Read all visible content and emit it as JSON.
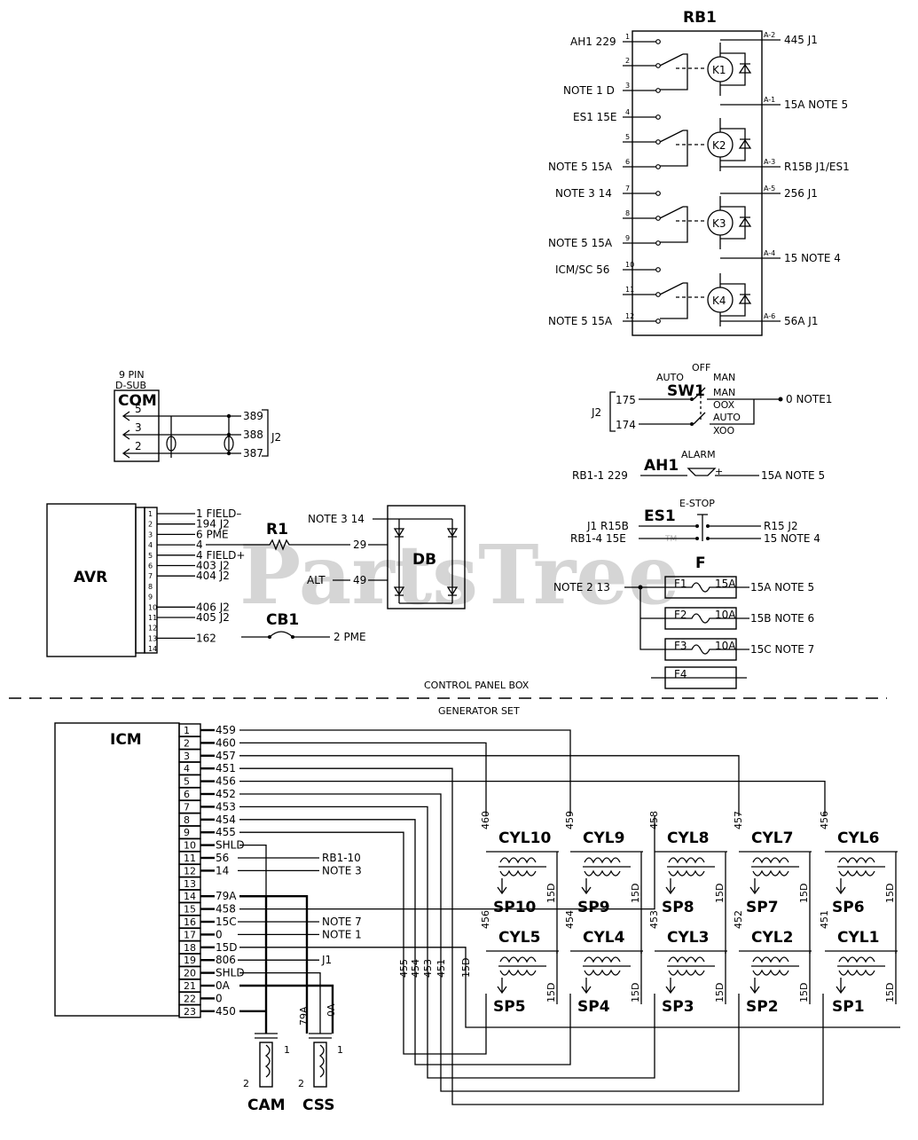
{
  "watermark": "PartsTree",
  "watermark_tm": "TM",
  "rb1": {
    "title": "RB1",
    "left_labels": [
      "AH1 229",
      "NOTE 1 D",
      "ES1 15E",
      "NOTE 5 15A",
      "NOTE 3 14",
      "NOTE 5 15A",
      "ICM/SC 56",
      "NOTE 5 15A"
    ],
    "pins": [
      "1",
      "2",
      "3",
      "4",
      "5",
      "6",
      "7",
      "8",
      "9",
      "10",
      "11",
      "12"
    ],
    "right_pins": [
      "A-2",
      "A-1",
      "A-3",
      "A-5",
      "A-4",
      "A-6"
    ],
    "right_labels": [
      "445 J1",
      "15A NOTE 5",
      "R15B J1/ES1",
      "256 J1",
      "15 NOTE 4",
      "56A J1"
    ],
    "relays": [
      "K1",
      "K2",
      "K3",
      "K4"
    ]
  },
  "com": {
    "title": "COM",
    "header1": "9 PIN",
    "header2": "D-SUB",
    "pins": [
      "5",
      "3",
      "2"
    ],
    "wires": [
      "389",
      "388",
      "387"
    ],
    "connector": "J2"
  },
  "sw1": {
    "title": "SW1",
    "auto": "AUTO",
    "off": "OFF",
    "man": "MAN",
    "man2": "MAN",
    "oox": "OOX",
    "auto2": "AUTO",
    "xoo": "XOO",
    "j2": "J2",
    "w175": "175",
    "w174": "174",
    "out": "0 NOTE1"
  },
  "ah1": {
    "title": "AH1",
    "alarm": "ALARM",
    "plus": "+",
    "left": "RB1-1 229",
    "right": "15A NOTE 5"
  },
  "es1": {
    "title": "ES1",
    "estop": "E-STOP",
    "l1": "J1 R15B",
    "l2": "RB1-4 15E",
    "r1": "R15 J2",
    "r2": "15 NOTE 4"
  },
  "fuses": {
    "title": "F",
    "in": "NOTE 2 13",
    "items": [
      {
        "name": "F1",
        "rating": "15A",
        "out": "15A NOTE 5"
      },
      {
        "name": "F2",
        "rating": "10A",
        "out": "15B NOTE 6"
      },
      {
        "name": "F3",
        "rating": "10A",
        "out": "15C NOTE 7"
      },
      {
        "name": "F4",
        "rating": "",
        "out": ""
      }
    ]
  },
  "avr": {
    "title": "AVR",
    "pins": [
      "1",
      "2",
      "3",
      "4",
      "5",
      "6",
      "7",
      "8",
      "9",
      "10",
      "11",
      "12",
      "13",
      "14"
    ],
    "labels": [
      "1 FIELD–",
      "194 J2",
      "6 PME",
      "4",
      "4 FIELD+",
      "403 J2",
      "404 J2",
      "",
      "",
      "406 J2",
      "405 J2",
      "",
      "162",
      ""
    ]
  },
  "r1": {
    "title": "R1"
  },
  "db": {
    "title": "DB",
    "in1": "NOTE 3 14",
    "in2": "ALT",
    "w29": "29",
    "w49": "49"
  },
  "cb1": {
    "title": "CB1",
    "out": "2 PME"
  },
  "sections": {
    "control": "CONTROL PANEL BOX",
    "genset": "GENERATOR SET"
  },
  "icm": {
    "title": "ICM",
    "pins": [
      "1",
      "2",
      "3",
      "4",
      "5",
      "6",
      "7",
      "8",
      "9",
      "10",
      "11",
      "12",
      "13",
      "14",
      "15",
      "16",
      "17",
      "18",
      "19",
      "20",
      "21",
      "22",
      "23"
    ],
    "wires": [
      "459",
      "460",
      "457",
      "451",
      "456",
      "452",
      "453",
      "454",
      "455",
      "SHLD",
      "56",
      "14",
      "",
      "79A",
      "458",
      "15C",
      "0",
      "15D",
      "806",
      "SHLD",
      "0A",
      "0",
      "450"
    ],
    "ext": {
      "11": "RB1-10",
      "12": "NOTE 3",
      "16": "NOTE 7",
      "17": "NOTE 1",
      "19": "J1"
    }
  },
  "cylinders_top": [
    {
      "cyl": "CYL10",
      "sp": "SP10",
      "wire": "460"
    },
    {
      "cyl": "CYL9",
      "sp": "SP9",
      "wire": "459"
    },
    {
      "cyl": "CYL8",
      "sp": "SP8",
      "wire": "458"
    },
    {
      "cyl": "CYL7",
      "sp": "SP7",
      "wire": "457"
    },
    {
      "cyl": "CYL6",
      "sp": "SP6",
      "wire": "456"
    }
  ],
  "cylinders_bottom": [
    {
      "cyl": "CYL5",
      "sp": "SP5",
      "wire": "456"
    },
    {
      "cyl": "CYL4",
      "sp": "SP4",
      "wire": "454"
    },
    {
      "cyl": "CYL3",
      "sp": "SP3",
      "wire": "453"
    },
    {
      "cyl": "CYL2",
      "sp": "SP2",
      "wire": "452"
    },
    {
      "cyl": "CYL1",
      "sp": "SP1",
      "wire": "451"
    }
  ],
  "common_wire": "15D",
  "bus_labels": [
    "455",
    "454",
    "453",
    "451",
    "15D"
  ],
  "cam": {
    "title": "CAM",
    "w": "79A",
    "p1": "1",
    "p2": "2"
  },
  "css": {
    "title": "CSS",
    "w": "0A",
    "p1": "1",
    "p2": "2"
  }
}
